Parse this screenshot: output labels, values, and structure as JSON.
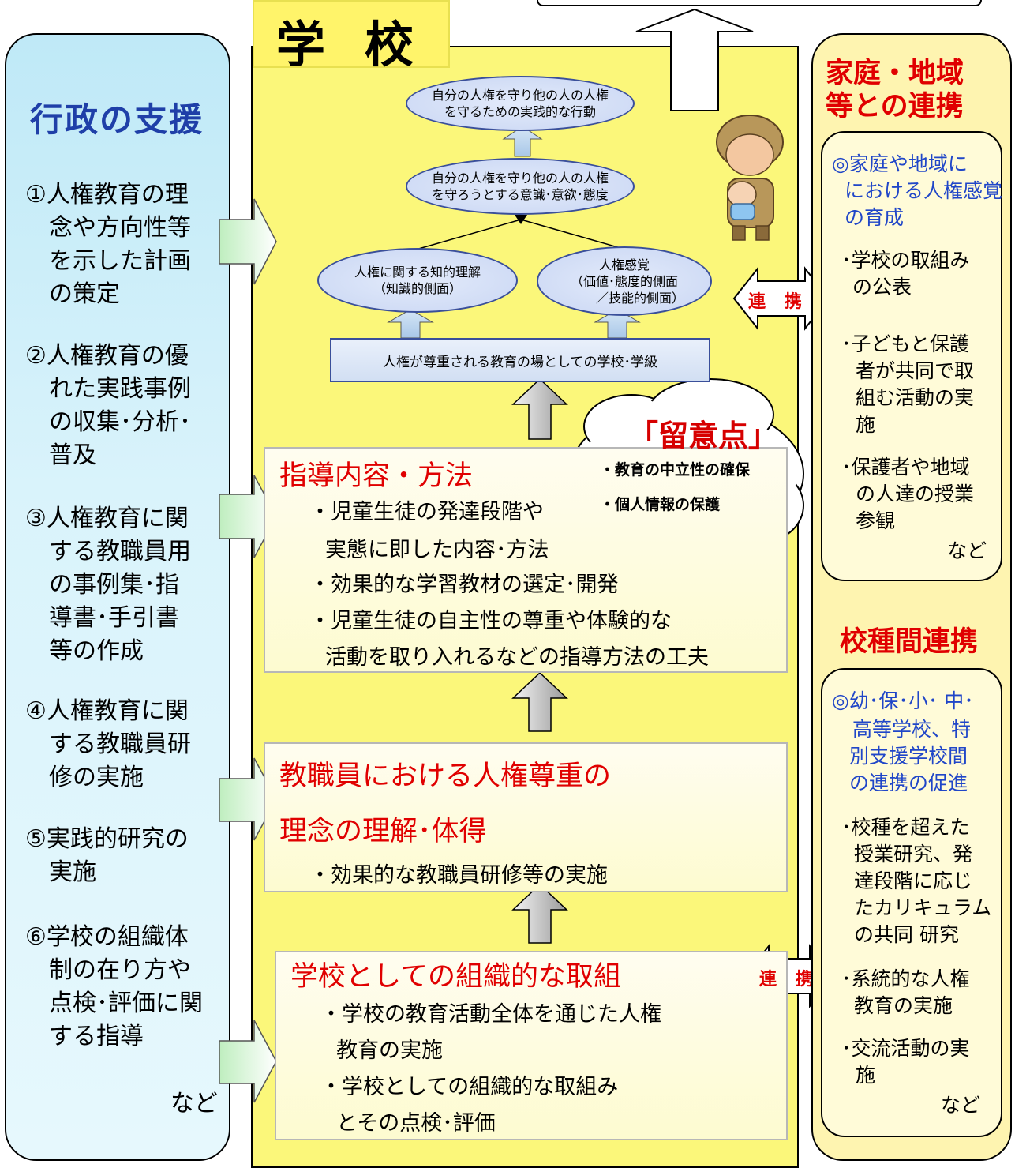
{
  "left": {
    "title": "行政の支援",
    "items": [
      [
        "①人権教育の理",
        "　念や方向性等",
        "　を示した計画",
        "　の策定"
      ],
      [
        "②人権教育の優",
        "　れた実践事例",
        "　の収集･分析･",
        "　普及"
      ],
      [
        "③人権教育に関",
        "　する教職員用",
        "　の事例集･指",
        "　導書･手引書",
        "　等の作成"
      ],
      [
        "④人権教育に関",
        "　する教職員研",
        "　修の実施"
      ],
      [
        "⑤実践的研究の",
        "　実施"
      ],
      [
        "⑥学校の組織体",
        "　制の在り方や",
        "　点検･評価に関",
        "　する指導"
      ]
    ],
    "nado": "など"
  },
  "center": {
    "title": "学校",
    "ellipse_top": [
      "自分の人権を守り他の人の人権",
      "を守るための実践的な行動"
    ],
    "ellipse_mid": [
      "自分の人権を守り他の人の人権",
      "を守ろうとする意識･意欲･態度"
    ],
    "ellipse_left": [
      "人権に関する知的理解",
      "（知識的側面）"
    ],
    "ellipse_right": [
      "人権感覚",
      "（価値･態度的側面",
      "／技能的側面）"
    ],
    "school_bar": "人権が尊重される教育の場としての学校･学級",
    "cloud": {
      "title": "「留意点」",
      "points": [
        "・教育の中立性の確保",
        "・個人情報の保護"
      ]
    },
    "box1": {
      "title": "指導内容・方法",
      "lines": [
        "・児童生徒の発達段階や",
        "実態に即した内容･方法",
        "・効果的な学習教材の選定･開発",
        "・児童生徒の自主性の尊重や体験的な",
        "活動を取り入れるなどの指導方法の工夫"
      ]
    },
    "box2": {
      "title1": "教職員における人権尊重の",
      "title2": "理念の理解･体得",
      "lines": [
        "・効果的な教職員研修等の実施"
      ]
    },
    "box3": {
      "title": "学校としての組織的な取組",
      "lines": [
        "・学校の教育活動全体を通じた人権",
        "教育の実施",
        "・学校としての組織的な取組み",
        "とその点検･評価"
      ]
    }
  },
  "right": {
    "title1": [
      "家庭・地域",
      "等との連携"
    ],
    "box1_heading": [
      "◎家庭や地域に",
      "における人権感覚",
      "の育成"
    ],
    "box1_items": [
      [
        "･学校の取組み",
        "の公表"
      ],
      [
        "･子どもと保護",
        "者が共同で取",
        "組む活動の実",
        "施"
      ],
      [
        "･保護者や地域",
        "の人達の授業",
        "参観"
      ]
    ],
    "box1_nado": "など",
    "title2": "校種間連携",
    "box2_heading": [
      "◎幼･保･小･ 中･",
      "高等学校、特",
      "別支援学校間",
      "の連携の促進"
    ],
    "box2_items": [
      [
        "･校種を超えた",
        "授業研究、発",
        "達段階に応じ",
        "たカリキュラム",
        "の共同 研究"
      ],
      [
        "･系統的な人権",
        "教育の実施"
      ],
      [
        "･交流活動の実",
        "施"
      ]
    ],
    "box2_nado": "など"
  },
  "arrow_label": "連携",
  "colors": {
    "left_bg": "#bfe9f7",
    "center_bg": "#fbf77a",
    "right_bg": "#fef4b0",
    "title_red": "#e00000",
    "title_blue": "#1f3fa8"
  }
}
